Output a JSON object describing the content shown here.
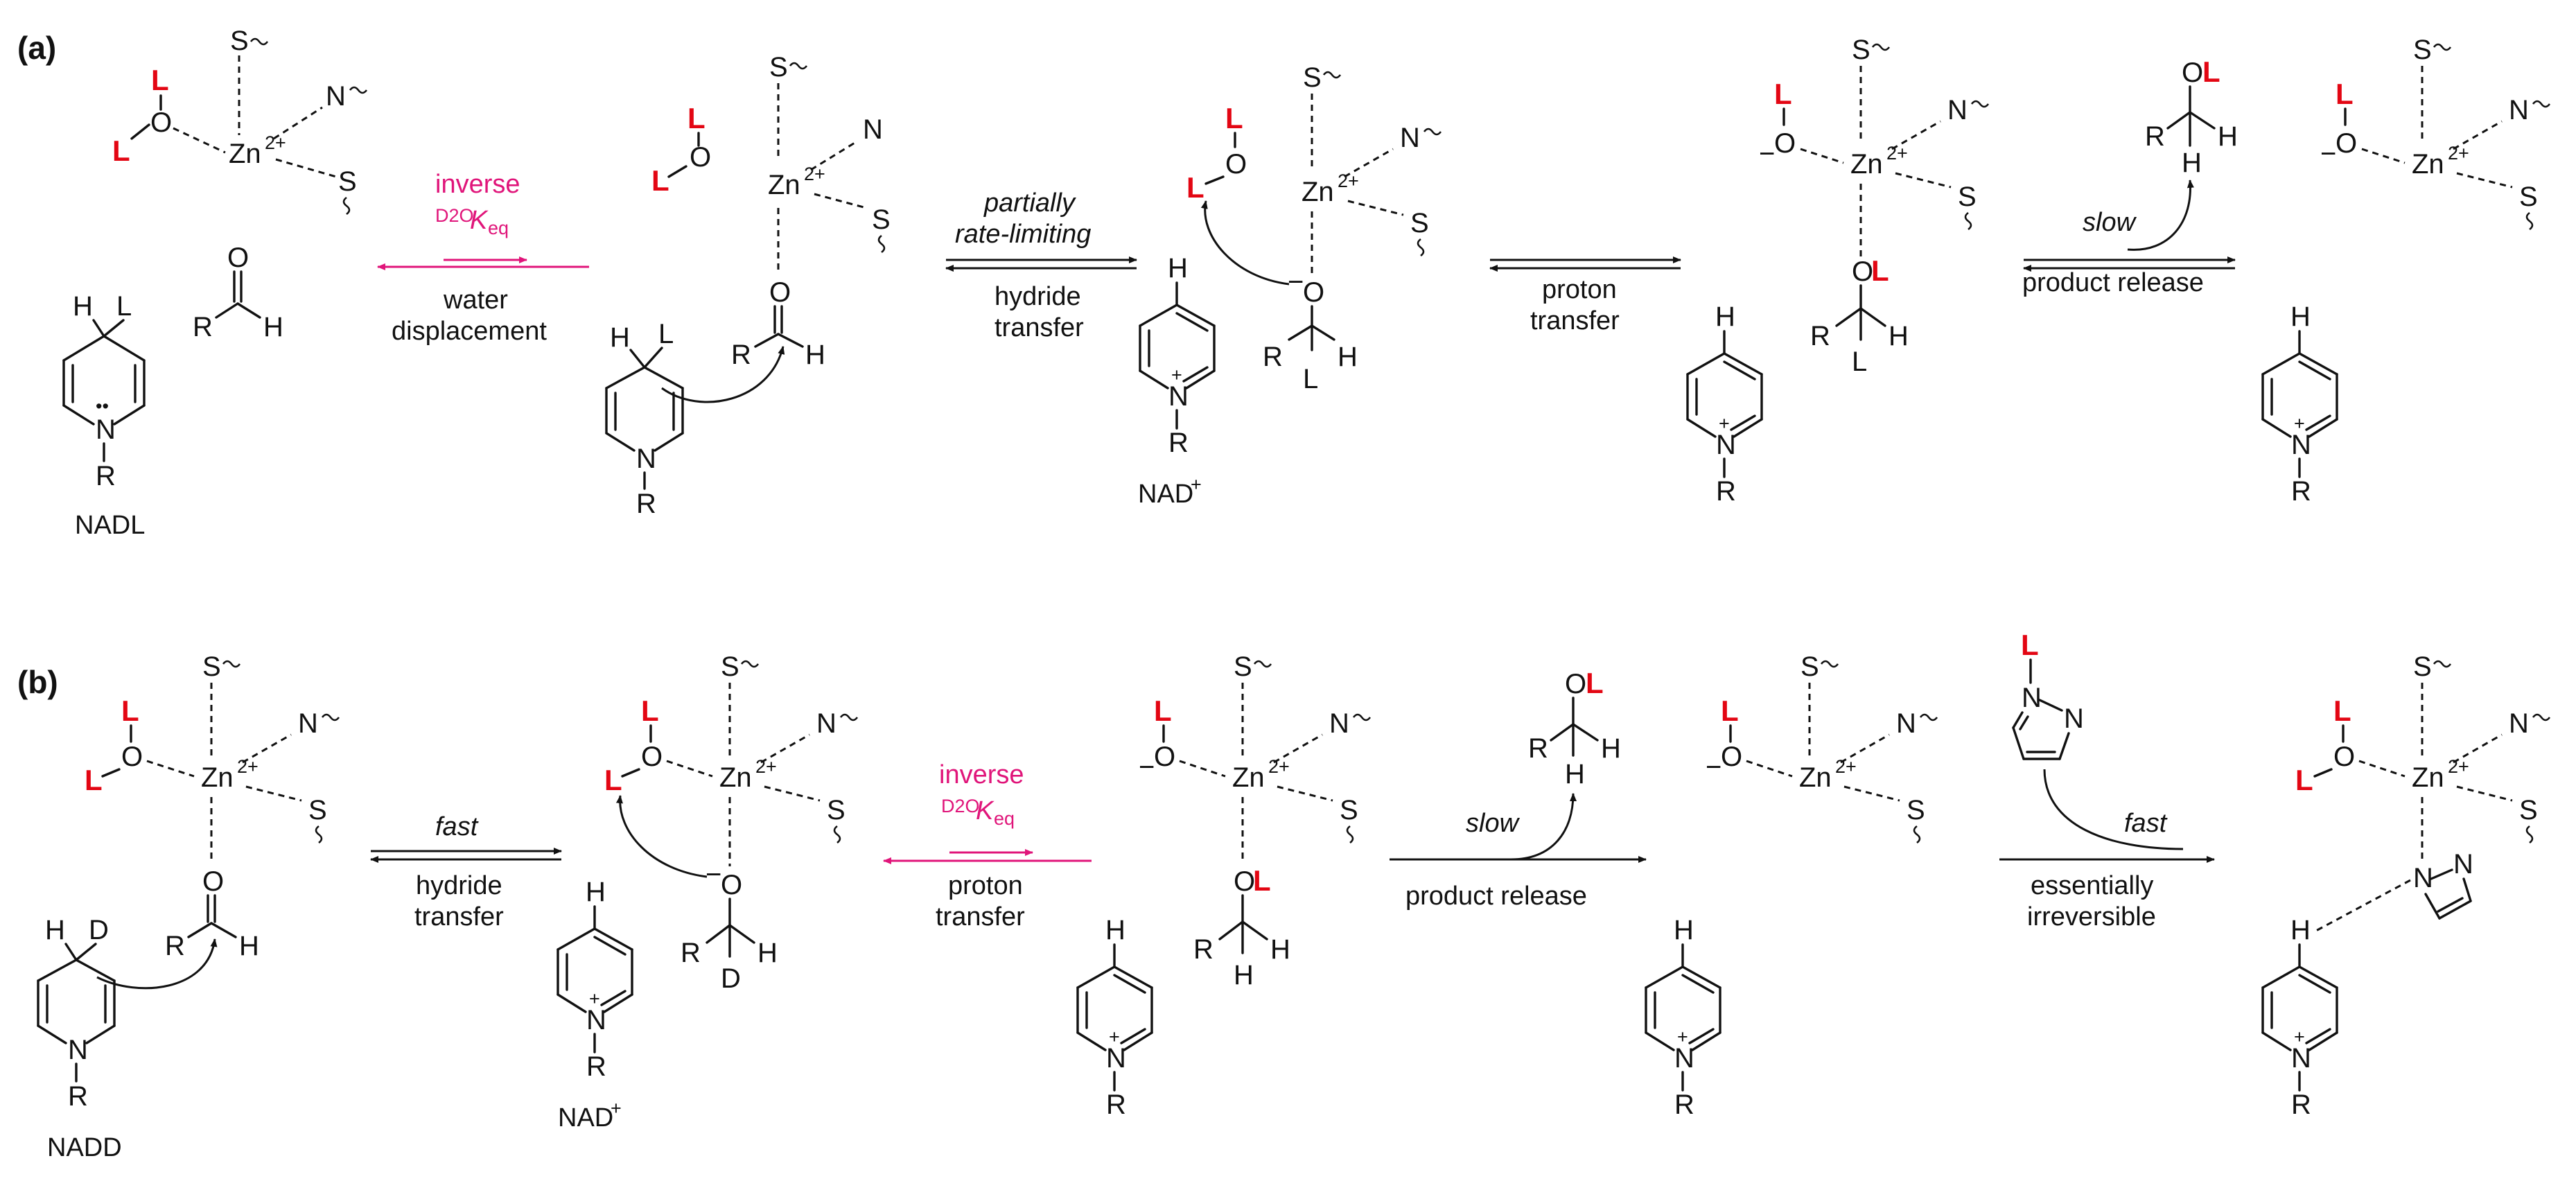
{
  "panels": {
    "a": {
      "label": "(a)",
      "steps": [
        {
          "above": "inverse",
          "kie_prefix": "D2O",
          "kie_symbol": "K",
          "kie_sub": "eq",
          "below_lines": [
            "water",
            "displacement"
          ]
        },
        {
          "above_lines": [
            "partially",
            "rate-limiting"
          ],
          "below_lines": [
            "hydride",
            "transfer"
          ]
        },
        {
          "below_lines": [
            "proton",
            "transfer"
          ]
        },
        {
          "above": "slow",
          "below": "product release"
        }
      ],
      "cofactor_names": {
        "reduced": "NADL",
        "oxidized": "NAD"
      }
    },
    "b": {
      "label": "(b)",
      "steps": [
        {
          "above": "fast",
          "below_lines": [
            "hydride",
            "transfer"
          ]
        },
        {
          "above": "inverse",
          "kie_prefix": "D2O",
          "kie_symbol": "K",
          "kie_sub": "eq",
          "below_lines": [
            "proton",
            "transfer"
          ]
        },
        {
          "above": "slow",
          "below": "product release"
        },
        {
          "above": "fast",
          "below_lines": [
            "essentially",
            "irreversible"
          ]
        }
      ],
      "cofactor_names": {
        "reduced": "NADD",
        "oxidized": "NAD"
      }
    }
  },
  "atoms": {
    "zinc": "Zn",
    "zinc_charge": "2+",
    "sulfur": "S",
    "nitrogen": "N",
    "oxygen": "O",
    "hydrogen": "H",
    "deuterium": "D",
    "isotope_L": "L",
    "r_group": "R",
    "plus": "+",
    "minus": "−",
    "lone_pair": "••",
    "nad_charge": "+"
  },
  "colors": {
    "isotope_label": "#e30613",
    "kie_text": "#e0157a",
    "ink": "#111111"
  }
}
